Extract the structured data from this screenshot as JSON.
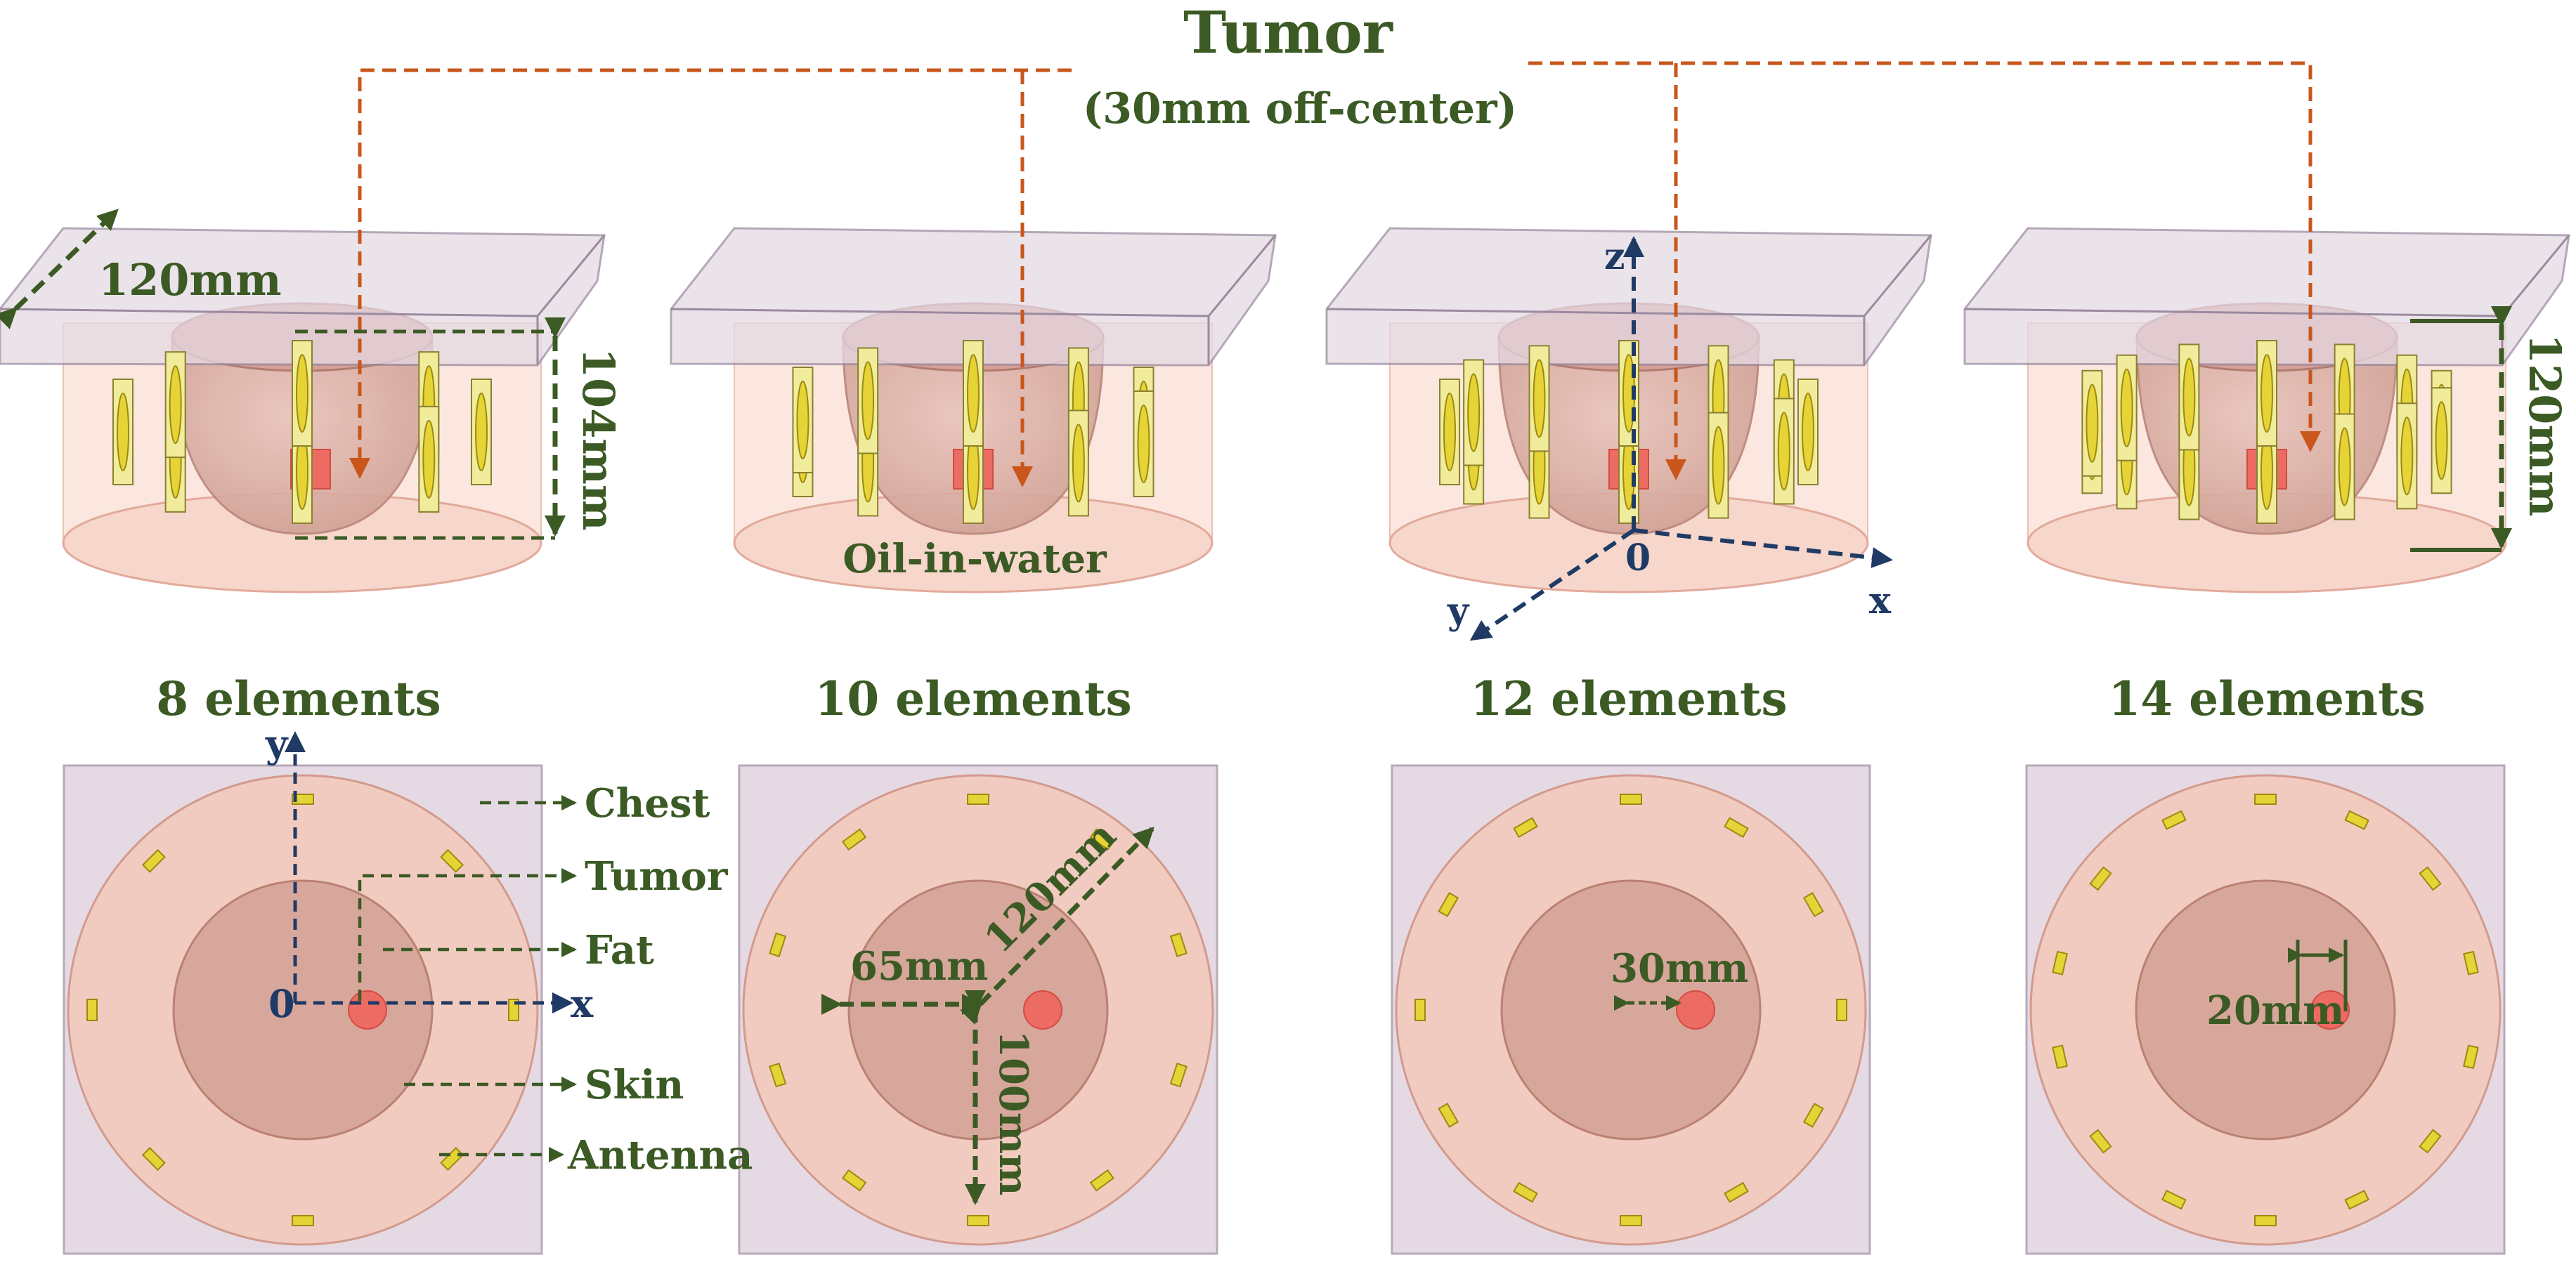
{
  "title": {
    "main": "Tumor",
    "sub": "(30mm off-center)"
  },
  "top_dims": {
    "width": "120mm",
    "height_left": "104mm",
    "height_right": "120mm"
  },
  "top_labels": {
    "medium": "Oil-in-water",
    "origin": "0",
    "axis_x": "x",
    "axis_y": "y",
    "axis_z": "z"
  },
  "configs": [
    {
      "label": "8 elements",
      "count": 8
    },
    {
      "label": "10 elements",
      "count": 10
    },
    {
      "label": "12 elements",
      "count": 12
    },
    {
      "label": "14 elements",
      "count": 14
    }
  ],
  "legend": {
    "chest": "Chest",
    "tumor": "Tumor",
    "fat": "Fat",
    "skin": "Skin",
    "antenna": "Antenna"
  },
  "bottom_axes": {
    "origin": "0",
    "x": "x",
    "y": "y"
  },
  "bottom_dims": {
    "fat_radius": "65mm",
    "skin_diameter": "120mm",
    "chest_half": "100mm",
    "tumor_offset": "30mm",
    "tumor_diameter": "20mm"
  },
  "colors": {
    "green": "#3b5a24",
    "orange": "#c9561b",
    "navy": "#1f3a64",
    "chest": "#e5dae4",
    "skin": "#f1cbc0",
    "fat": "#d8a79c",
    "tumor": "#ec6c63",
    "antenna": "#e6d336"
  }
}
